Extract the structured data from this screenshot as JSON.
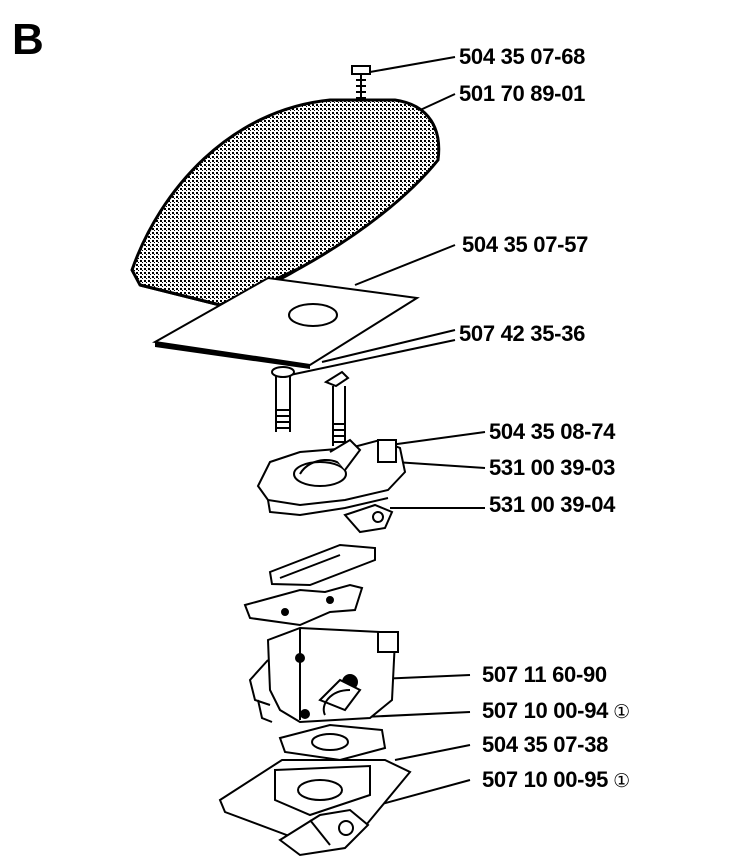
{
  "section": "B",
  "parts": [
    {
      "id": "p1",
      "number": "504 35 07-68",
      "note": ""
    },
    {
      "id": "p2",
      "number": "501 70 89-01",
      "note": ""
    },
    {
      "id": "p3",
      "number": "504 35 07-57",
      "note": ""
    },
    {
      "id": "p4",
      "number": "507 42 35-36",
      "note": ""
    },
    {
      "id": "p5",
      "number": "504 35 08-74",
      "note": ""
    },
    {
      "id": "p6",
      "number": "531 00 39-03",
      "note": ""
    },
    {
      "id": "p7",
      "number": "531 00 39-04",
      "note": ""
    },
    {
      "id": "p8",
      "number": "507 11 60-90",
      "note": ""
    },
    {
      "id": "p9",
      "number": "507 10 00-94",
      "note": "①"
    },
    {
      "id": "p10",
      "number": "504 35 07-38",
      "note": ""
    },
    {
      "id": "p11",
      "number": "507 10 00-95",
      "note": "①"
    }
  ]
}
